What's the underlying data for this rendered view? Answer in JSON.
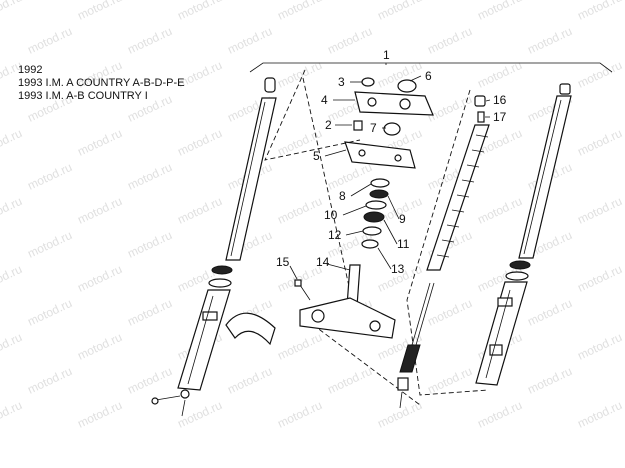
{
  "header": {
    "lines": [
      "1992",
      "1993 I.M. A COUNTRY A-B-D-P-E",
      "1993 I.M. A-B COUNTRY I"
    ]
  },
  "watermark": {
    "text": "motod.ru"
  },
  "callouts": [
    "1",
    "2",
    "3",
    "4",
    "5",
    "6",
    "7",
    "8",
    "9",
    "10",
    "11",
    "12",
    "13",
    "14",
    "15",
    "16",
    "17"
  ],
  "colors": {
    "ink": "#111111",
    "watermark": "#e0e0e0",
    "background": "#ffffff"
  }
}
